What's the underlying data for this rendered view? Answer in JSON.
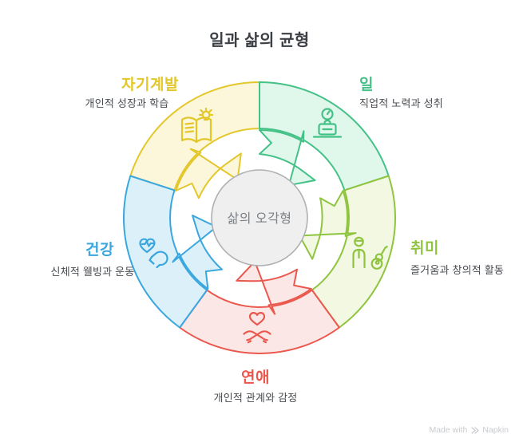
{
  "title": "일과 삶의 균형",
  "center": {
    "label": "삶의 오각형",
    "fill": "#EFEFF0",
    "stroke": "#AEB0B3",
    "text_color": "#7B8085"
  },
  "segments": [
    {
      "id": "self-development",
      "label": "자기계발",
      "description": "개인적 성장과 학습",
      "color": "#E3C72A",
      "fill": "#FCF7DB",
      "icon": "book-lightbulb-icon",
      "position": "top-left"
    },
    {
      "id": "work",
      "label": "일",
      "description": "직업적 노력과 성취",
      "color": "#44C187",
      "fill": "#E0F7EB",
      "icon": "briefcase-clock-icon",
      "position": "top-right"
    },
    {
      "id": "hobby",
      "label": "취미",
      "description": "즐거움과 창의적 활동",
      "color": "#8FC43F",
      "fill": "#F2F8E2",
      "icon": "person-guitar-icon",
      "position": "right"
    },
    {
      "id": "romance",
      "label": "연애",
      "description": "개인적 관계와 감정",
      "color": "#EA574D",
      "fill": "#FBE7E5",
      "icon": "heart-hands-icon",
      "position": "bottom"
    },
    {
      "id": "health",
      "label": "건강",
      "description": "신체적 웰빙과 운동",
      "color": "#39A7DE",
      "fill": "#DCF0FA",
      "icon": "heart-pulse-muscle-icon",
      "position": "left"
    }
  ],
  "watermark": {
    "prefix": "Made with",
    "brand": "Napkin"
  }
}
